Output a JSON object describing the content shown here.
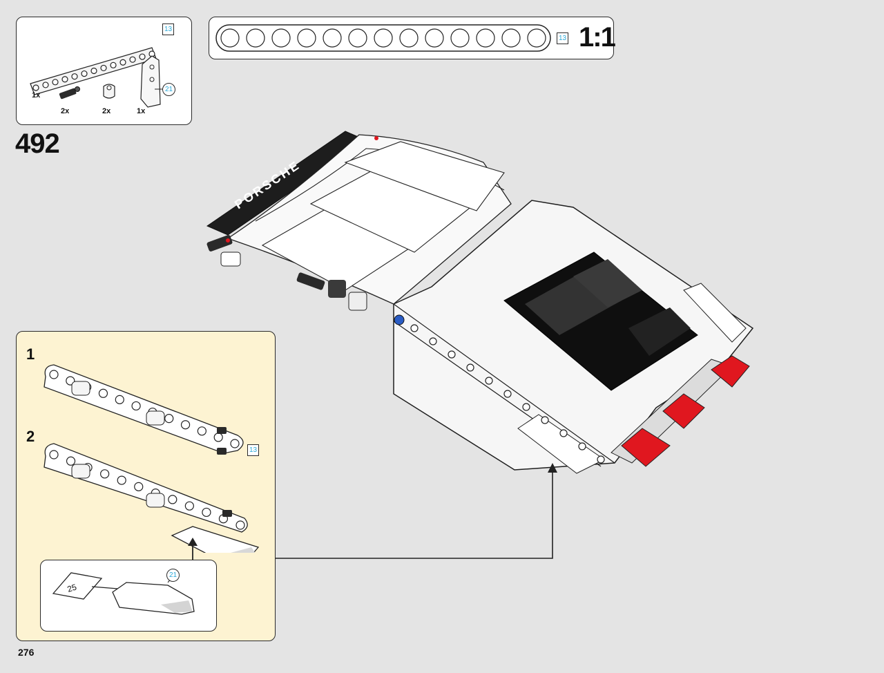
{
  "parts_list": {
    "beam_length_badge": "13",
    "panel_badge": "21",
    "items": [
      {
        "name": "technic-beam-13",
        "qty": "1x"
      },
      {
        "name": "technic-pin-black",
        "qty": "2x"
      },
      {
        "name": "technic-connector-white",
        "qty": "2x"
      },
      {
        "name": "technic-panel",
        "qty": "1x"
      }
    ]
  },
  "scale_ref": {
    "hole_count": 13,
    "length_badge": "13",
    "scale_label": "1:1"
  },
  "step": {
    "number": "492"
  },
  "substeps": {
    "items": [
      {
        "number": "1",
        "badge": "13"
      },
      {
        "number": "2"
      }
    ],
    "sub_panel": {
      "sticker_number": "25",
      "panel_badge": "21"
    }
  },
  "page": {
    "number": "276"
  },
  "colors": {
    "background": "#e4e4e4",
    "substep_bg": "#fdf3d2",
    "badge_text": "#2aa8d8",
    "accent_red": "#e0171f",
    "callout_line": "#222222"
  }
}
